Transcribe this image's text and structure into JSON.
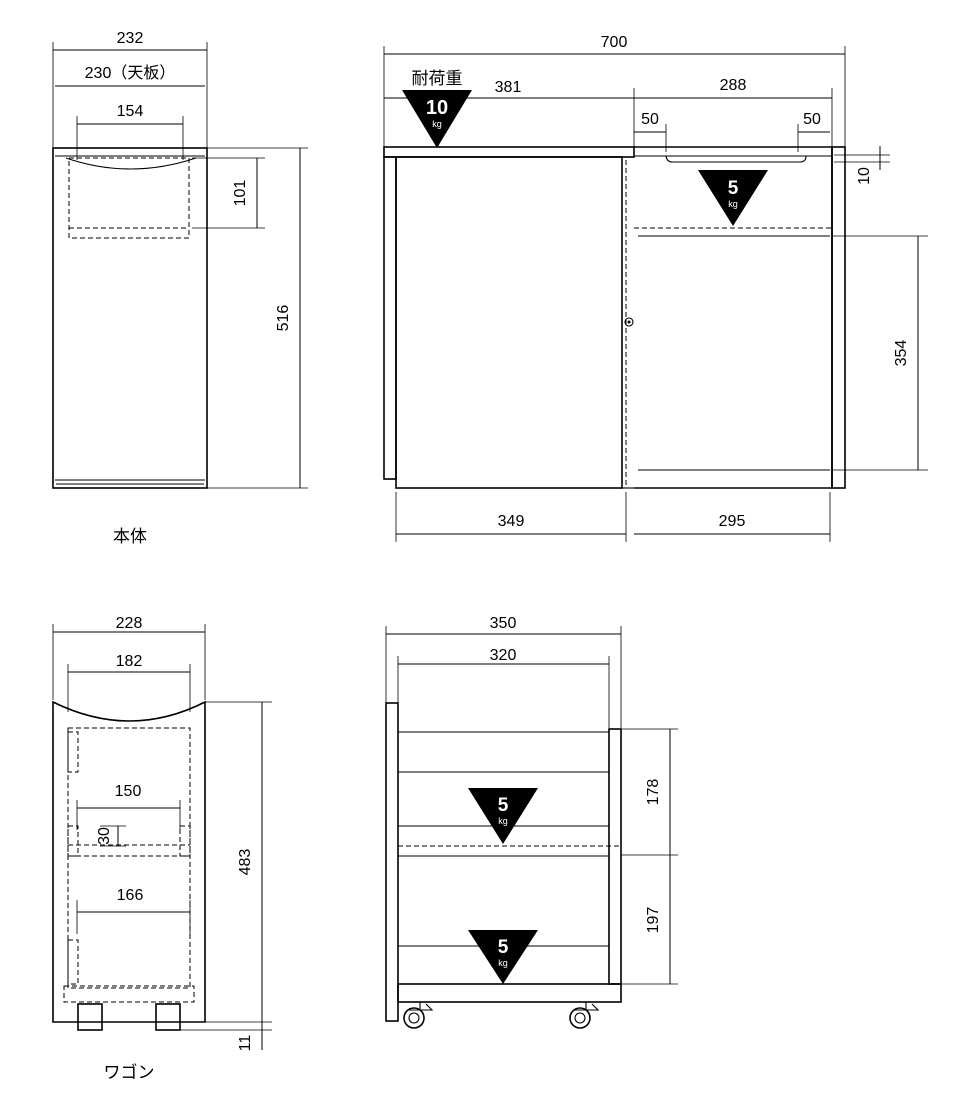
{
  "main_body": {
    "caption": "本体",
    "dims": {
      "width_overall": "232",
      "width_top": "230（天板）",
      "handle_width": "154",
      "drawer_height": "101",
      "height": "516"
    }
  },
  "side_view": {
    "dims": {
      "overall_width": "700",
      "left_width": "381",
      "right_width": "288",
      "slot_left": "50",
      "slot_right": "50",
      "slot_depth": "10",
      "shelf_gap": "354",
      "bottom_left": "349",
      "bottom_right": "295"
    },
    "load_top": {
      "label": "耐荷重",
      "value": "10",
      "unit": "kg"
    },
    "load_shelf": {
      "value": "5",
      "unit": "kg"
    }
  },
  "wagon": {
    "caption": "ワゴン",
    "dims": {
      "width_overall": "228",
      "handle_width": "182",
      "inner_upper": "150",
      "inner_upper_h": "30",
      "inner_lower": "166",
      "height": "483",
      "caster_gap": "11"
    }
  },
  "wagon_side": {
    "dims": {
      "overall_width": "350",
      "inner_width": "320",
      "upper_gap": "178",
      "lower_gap": "197"
    },
    "load_upper": {
      "value": "5",
      "unit": "kg"
    },
    "load_lower": {
      "value": "5",
      "unit": "kg"
    }
  }
}
